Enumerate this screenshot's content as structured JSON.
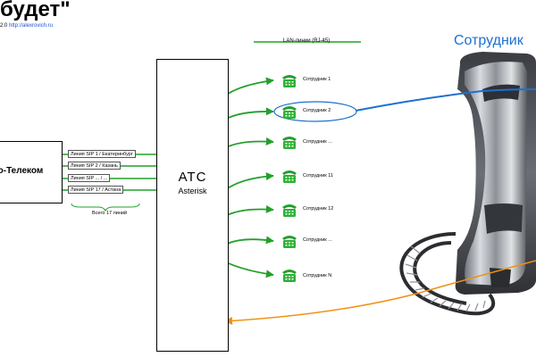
{
  "header": {
    "title": "будет\"",
    "subtitle_version": "2.0",
    "subtitle_link": "http://alexrovich.ru"
  },
  "lan": {
    "label": "LAN-линии (RJ-45)"
  },
  "employee_title": "Сотрудник",
  "provider": {
    "name": "анго-Телеком"
  },
  "ats": {
    "name": "АТС",
    "subtitle": "Asterisk"
  },
  "sip_lines": [
    {
      "label": "Линия SIP 1 / Екатеринбург"
    },
    {
      "label": "Линия SIP 2 / Казань"
    },
    {
      "label": "Линия SIP ... / ..."
    },
    {
      "label": "Линия SIP 17 / Астана"
    }
  ],
  "lines_total": "Всего 17 линий",
  "employees": [
    {
      "label": "Сотрудник 1"
    },
    {
      "label": "Сотрудник 2",
      "highlighted": true
    },
    {
      "label": "Сотрудник ..."
    },
    {
      "label": "Сотрудник 11"
    },
    {
      "label": "Сотрудник 12"
    },
    {
      "label": "Сотрудник ..."
    },
    {
      "label": "Сотрудник N"
    }
  ],
  "colors": {
    "green": "#22a02a",
    "blue": "#1e6fd0",
    "orange": "#f0920f",
    "handset_dark": "#4a4d52",
    "handset_light": "#c4c7cc"
  },
  "icons": {
    "phone": "phone-icon",
    "handset": "telephone-handset-icon"
  }
}
